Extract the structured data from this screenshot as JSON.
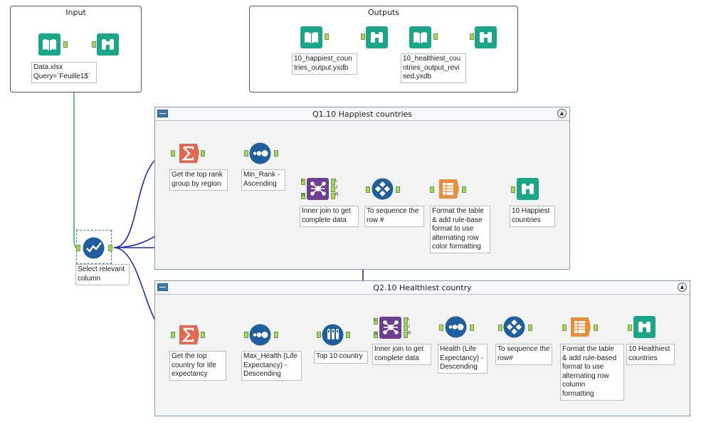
{
  "input_box": {
    "title": "Input"
  },
  "outputs_box": {
    "title": "Outputs"
  },
  "containers": {
    "q1": {
      "title": "Q1.10 Happiest countries"
    },
    "q2": {
      "title": "Q2.10 Healthiest country"
    }
  },
  "tools": {
    "input_data": {
      "label": "Data.xlsx\nQuery=`Feuille1$`",
      "icon": "book-icon"
    },
    "input_browse": {
      "icon": "binoculars-icon"
    },
    "out1_input": {
      "label": "10_happiest_coun\ntries_output.yxdb",
      "icon": "book-icon"
    },
    "out1_browse": {
      "icon": "binoculars-icon"
    },
    "out2_input": {
      "label": "10_healthiest_cou\nntries_output_revi\nsed.yxdb",
      "icon": "book-icon"
    },
    "out2_browse": {
      "icon": "binoculars-icon"
    },
    "select": {
      "label": "Select relevant\ncolumn",
      "icon": "select-check-icon"
    },
    "q1_summarize": {
      "label": "Get the top rank\ngroup by region",
      "icon": "sigma-icon"
    },
    "q1_sort": {
      "label": "Min_Rank -\nAscending",
      "icon": "sort-dots-icon"
    },
    "q1_join": {
      "label": "Inner join to get\ncomplete data",
      "icon": "join-icon",
      "pins_in": [
        "L",
        "R"
      ],
      "pins_out": [
        "L",
        "J",
        "R"
      ]
    },
    "q1_record": {
      "label": "To sequence the\nrow #",
      "icon": "record-id-icon"
    },
    "q1_table": {
      "label": "Format the table\n& add rule-base\nformat to use\nalternating row\ncolor formatting",
      "icon": "table-icon"
    },
    "q1_browse": {
      "label": "10 Happiest\ncountries",
      "icon": "binoculars-icon"
    },
    "q2_summarize": {
      "label": "Get the top\ncountry for life\nexpectancy",
      "icon": "sigma-icon"
    },
    "q2_sort": {
      "label": "Max_Health (Life\nExpectancy) -\nDescending",
      "icon": "sort-dots-icon"
    },
    "q2_sample": {
      "label": "Top 10 country",
      "icon": "sample-tubes-icon"
    },
    "q2_join": {
      "label": "Inner join to get\ncomplete data",
      "icon": "join-icon",
      "pins_in": [
        "L",
        "R"
      ],
      "pins_out": [
        "L",
        "J",
        "R"
      ]
    },
    "q2_sort2": {
      "label": "Health (Life\nExpectancy) -\nDescending",
      "icon": "sort-dots-icon"
    },
    "q2_record": {
      "label": "To sequence the\nrow#",
      "icon": "record-id-icon"
    },
    "q2_table": {
      "label": "Format the table\n& add rule-based\nformat to use\nalternating row\ncolumn\nformatting",
      "icon": "table-icon"
    },
    "q2_browse": {
      "label": "10 Healthiest\ncountries",
      "icon": "binoculars-icon"
    }
  },
  "colors": {
    "input_tool": "#1aa689",
    "summarize_tool": "#e2694f",
    "prep_tool": "#1f5f9e",
    "join_tool": "#6e3f91",
    "report_tool": "#e88e3c",
    "anchor": "#a6d36a",
    "wire_primary": "#1a2fb5",
    "wire_secondary": "#2fb24a",
    "wire_plain": "#666666"
  }
}
